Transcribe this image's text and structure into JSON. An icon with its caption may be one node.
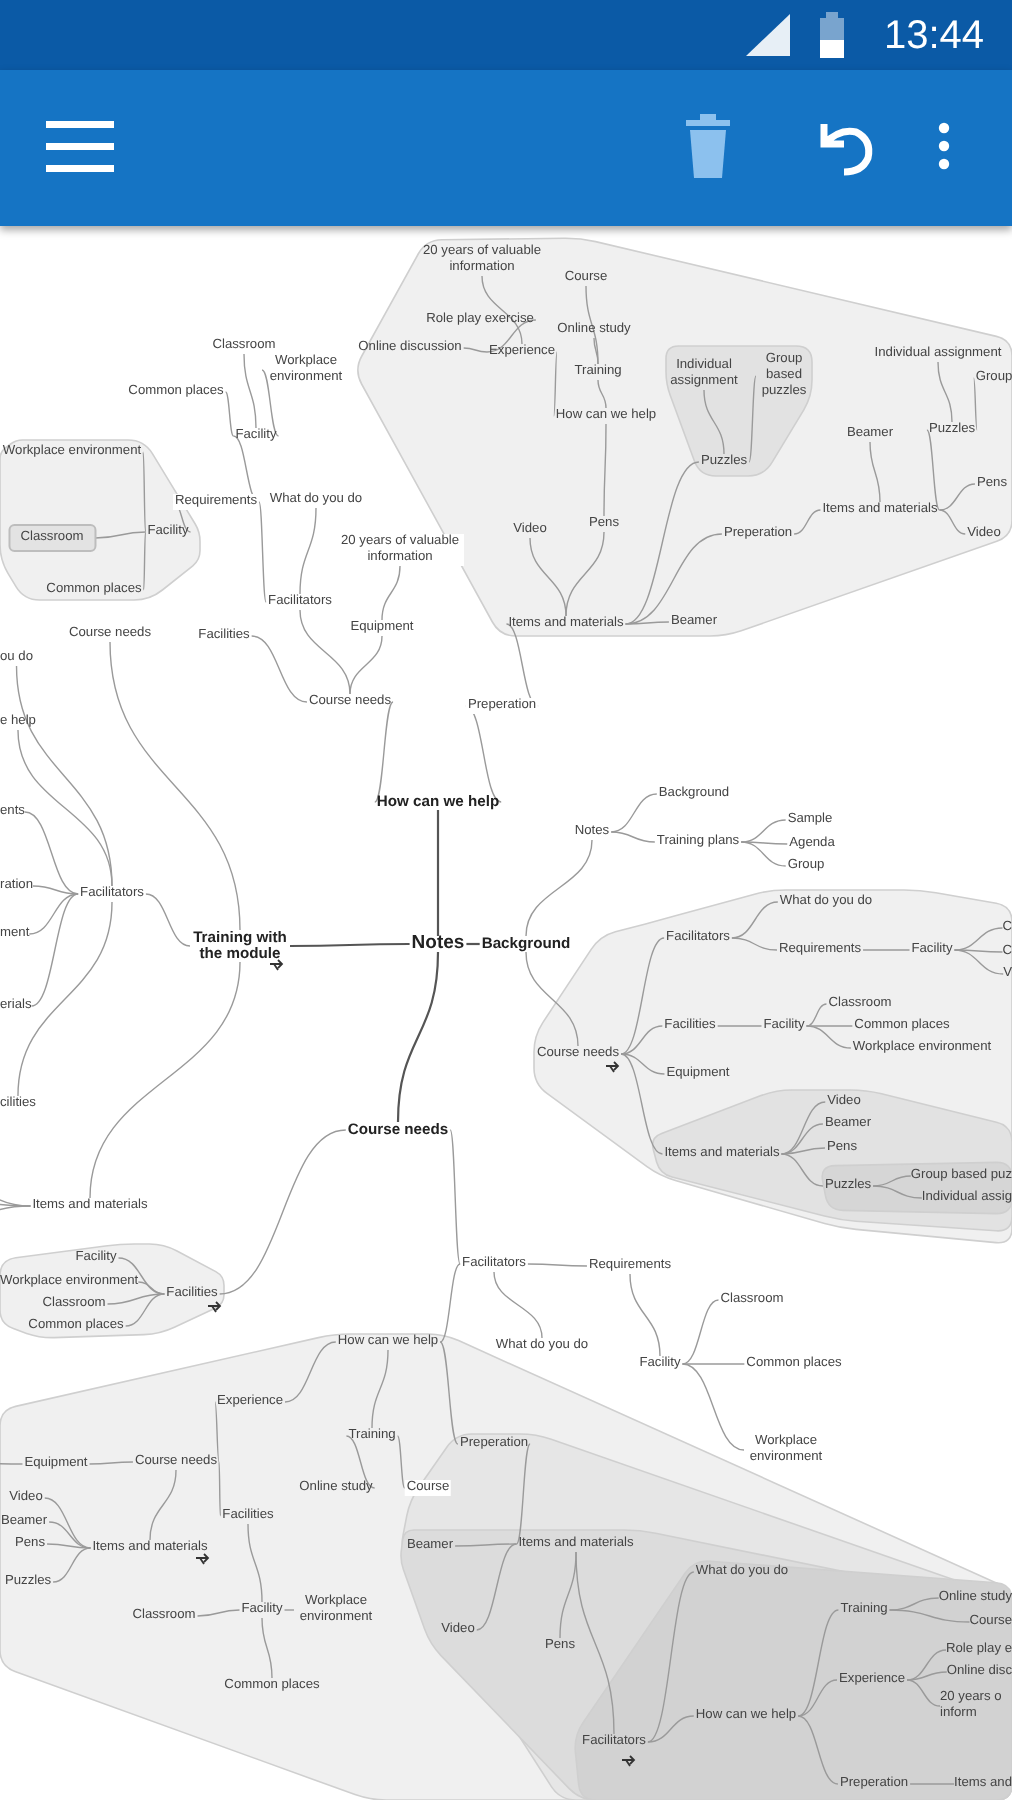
{
  "diagram": {
    "nodes": [
      {
        "text": [
          "Classroom"
        ]
      },
      {
        "text": [
          "Workplace environment"
        ]
      },
      {
        "text": [
          "Common places"
        ]
      },
      {
        "text": [
          "Facility"
        ]
      },
      {
        "text": [
          "Workplace environment"
        ]
      },
      {
        "text": [
          "Requirements"
        ]
      },
      {
        "text": [
          "What do you do"
        ]
      },
      {
        "text": [
          "Facility"
        ]
      },
      {
        "text": [
          "Classroom"
        ]
      },
      {
        "text": [
          "20 years of valuable information"
        ]
      },
      {
        "text": [
          "Common places"
        ]
      },
      {
        "text": [
          "Facilitators"
        ]
      },
      {
        "text": [
          "Equipment"
        ]
      },
      {
        "text": [
          "Course needs"
        ]
      },
      {
        "text": [
          "Facilities"
        ]
      },
      {
        "text": [
          "Course needs"
        ]
      },
      {
        "text": [
          "Preperation"
        ]
      },
      {
        "text": [
          "How can we help"
        ]
      },
      {
        "text": [
          "20 years of valuable information"
        ]
      },
      {
        "text": [
          "Course"
        ]
      },
      {
        "text": [
          "Role play exercise"
        ]
      },
      {
        "text": [
          "Online study"
        ]
      },
      {
        "text": [
          "Online discussion"
        ]
      },
      {
        "text": [
          "Experience"
        ]
      },
      {
        "text": [
          "Individual assignment"
        ]
      },
      {
        "text": [
          "Training"
        ]
      },
      {
        "text": [
          "Individual assignment"
        ]
      },
      {
        "text": [
          "Group based puzzles"
        ]
      },
      {
        "text": [
          "Group"
        ]
      },
      {
        "text": [
          "How can we help"
        ]
      },
      {
        "text": [
          "Beamer"
        ]
      },
      {
        "text": [
          "Puzzles"
        ]
      },
      {
        "text": [
          "Puzzles"
        ]
      },
      {
        "text": [
          "Pens"
        ]
      },
      {
        "text": [
          "Items and materials"
        ]
      },
      {
        "text": [
          "Pens"
        ]
      },
      {
        "text": [
          "Video"
        ]
      },
      {
        "text": [
          "Preperation"
        ]
      },
      {
        "text": [
          "Video"
        ]
      },
      {
        "text": [
          "Beamer"
        ]
      },
      {
        "text": [
          "Items and materials"
        ]
      },
      {
        "text": [
          "ou do"
        ]
      },
      {
        "text": [
          "e help"
        ]
      },
      {
        "text": [
          "ents"
        ]
      },
      {
        "text": [
          "ration"
        ]
      },
      {
        "text": [
          "Facilitators"
        ]
      },
      {
        "text": [
          "ment"
        ]
      },
      {
        "text": [
          "Training with the module"
        ]
      },
      {
        "text": [
          "Notes"
        ]
      },
      {
        "text": [
          "erials"
        ]
      },
      {
        "text": [
          "cilities"
        ]
      },
      {
        "text": [
          "Items and materials"
        ]
      },
      {
        "text": [
          "Course needs"
        ]
      },
      {
        "text": [
          "Notes"
        ]
      },
      {
        "text": [
          "Background"
        ]
      },
      {
        "text": [
          "Training plans"
        ]
      },
      {
        "text": [
          "Sample"
        ]
      },
      {
        "text": [
          "Agenda"
        ]
      },
      {
        "text": [
          "Group"
        ]
      },
      {
        "text": [
          "Background"
        ]
      },
      {
        "text": [
          "What do you do"
        ]
      },
      {
        "text": [
          "Facilitators"
        ]
      },
      {
        "text": [
          "Requirements"
        ]
      },
      {
        "text": [
          "Facility"
        ]
      },
      {
        "text": [
          "C"
        ]
      },
      {
        "text": [
          "C"
        ]
      },
      {
        "text": [
          "V"
        ]
      },
      {
        "text": [
          "Classroom"
        ]
      },
      {
        "text": [
          "Facilities"
        ]
      },
      {
        "text": [
          "Facility"
        ]
      },
      {
        "text": [
          "Common places"
        ]
      },
      {
        "text": [
          "Workplace environment"
        ]
      },
      {
        "text": [
          "Course needs"
        ]
      },
      {
        "text": [
          "Equipment"
        ]
      },
      {
        "text": [
          "Video"
        ]
      },
      {
        "text": [
          "Beamer"
        ]
      },
      {
        "text": [
          "Pens"
        ]
      },
      {
        "text": [
          "Items and materials"
        ]
      },
      {
        "text": [
          "Group based puz"
        ]
      },
      {
        "text": [
          "Puzzles"
        ]
      },
      {
        "text": [
          "Individual assig"
        ]
      },
      {
        "text": [
          "Facility"
        ]
      },
      {
        "text": [
          "Workplace environment"
        ]
      },
      {
        "text": [
          "Facilities"
        ]
      },
      {
        "text": [
          "Classroom"
        ]
      },
      {
        "text": [
          "Common places"
        ]
      },
      {
        "text": [
          "Facilitators"
        ]
      },
      {
        "text": [
          "Requirements"
        ]
      },
      {
        "text": [
          "Classroom"
        ]
      },
      {
        "text": [
          "How can we help"
        ]
      },
      {
        "text": [
          "What do you do"
        ]
      },
      {
        "text": [
          "Facility"
        ]
      },
      {
        "text": [
          "Common places"
        ]
      },
      {
        "text": [
          "Experience"
        ]
      },
      {
        "text": [
          "Training"
        ]
      },
      {
        "text": [
          "Preperation"
        ]
      },
      {
        "text": [
          "Workplace environment"
        ]
      },
      {
        "text": [
          "Equipment"
        ]
      },
      {
        "text": [
          "Course needs"
        ]
      },
      {
        "text": [
          "Online study"
        ]
      },
      {
        "text": [
          "Course"
        ]
      },
      {
        "text": [
          "Video"
        ]
      },
      {
        "text": [
          "Facilities"
        ]
      },
      {
        "text": [
          "Beamer"
        ]
      },
      {
        "text": [
          "Pens"
        ]
      },
      {
        "text": [
          "Items and materials"
        ]
      },
      {
        "text": [
          "Beamer"
        ]
      },
      {
        "text": [
          "Items and materials"
        ]
      },
      {
        "text": [
          "What do you do"
        ]
      },
      {
        "text": [
          "Puzzles"
        ]
      },
      {
        "text": [
          "Online study"
        ]
      },
      {
        "text": [
          "Training"
        ]
      },
      {
        "text": [
          "Facility"
        ]
      },
      {
        "text": [
          "Workplace environment"
        ]
      },
      {
        "text": [
          "Classroom"
        ]
      },
      {
        "text": [
          "Course"
        ]
      },
      {
        "text": [
          "Video"
        ]
      },
      {
        "text": [
          "Pens"
        ]
      },
      {
        "text": [
          "Role play e"
        ]
      },
      {
        "text": [
          "Online disc"
        ]
      },
      {
        "text": [
          "Experience"
        ]
      },
      {
        "text": [
          "Common places"
        ]
      },
      {
        "text": [
          "20 years o inform"
        ]
      },
      {
        "text": [
          "How can we help"
        ]
      },
      {
        "text": [
          "Facilitators"
        ]
      },
      {
        "text": [
          "Preperation"
        ]
      },
      {
        "text": [
          "Items and"
        ]
      }
    ],
    "edges": [
      {
        "from": 48,
        "to": 17,
        "arrow": "none"
      },
      {
        "from": 48,
        "to": 59,
        "arrow": "none"
      },
      {
        "from": 48,
        "to": 52,
        "arrow": "none"
      },
      {
        "from": 48,
        "to": 47,
        "arrow": "none"
      },
      {
        "from": 17,
        "to": 15,
        "arrow": "none"
      },
      {
        "from": 17,
        "to": 16,
        "arrow": "none"
      },
      {
        "from": 15,
        "to": 11,
        "arrow": "none"
      },
      {
        "from": 15,
        "to": 12,
        "arrow": "none"
      },
      {
        "from": 15,
        "to": 14,
        "arrow": "none"
      },
      {
        "from": 11,
        "to": 5,
        "arrow": "none"
      },
      {
        "from": 11,
        "to": 6,
        "arrow": "none"
      },
      {
        "from": 5,
        "to": 3,
        "arrow": "none"
      },
      {
        "from": 5,
        "to": 7,
        "arrow": "none"
      },
      {
        "from": 3,
        "to": 0,
        "arrow": "none"
      },
      {
        "from": 3,
        "to": 1,
        "arrow": "none"
      },
      {
        "from": 3,
        "to": 2,
        "arrow": "none"
      },
      {
        "from": 7,
        "to": 4,
        "arrow": "none"
      },
      {
        "from": 7,
        "to": 8,
        "arrow": "none"
      },
      {
        "from": 7,
        "to": 10,
        "arrow": "none"
      },
      {
        "from": 12,
        "to": 9,
        "arrow": "none"
      },
      {
        "from": 16,
        "to": 40,
        "arrow": "none"
      },
      {
        "from": 40,
        "to": 36,
        "arrow": "none"
      },
      {
        "from": 40,
        "to": 35,
        "arrow": "none"
      },
      {
        "from": 40,
        "to": 32,
        "arrow": "none"
      },
      {
        "from": 40,
        "to": 37,
        "arrow": "none"
      },
      {
        "from": 40,
        "to": 39,
        "arrow": "none"
      },
      {
        "from": 35,
        "to": 29,
        "arrow": "none"
      },
      {
        "from": 29,
        "to": 25,
        "arrow": "none"
      },
      {
        "from": 29,
        "to": 23,
        "arrow": "none"
      },
      {
        "from": 25,
        "to": 21,
        "arrow": "none"
      },
      {
        "from": 25,
        "to": 19,
        "arrow": "none"
      },
      {
        "from": 23,
        "to": 20,
        "arrow": "none"
      },
      {
        "from": 23,
        "to": 22,
        "arrow": "none"
      },
      {
        "from": 23,
        "to": 18,
        "arrow": "none"
      },
      {
        "from": 32,
        "to": 26,
        "arrow": "none"
      },
      {
        "from": 32,
        "to": 27,
        "arrow": "none"
      },
      {
        "from": 37,
        "to": 34,
        "arrow": "none"
      },
      {
        "from": 34,
        "to": 30,
        "arrow": "none"
      },
      {
        "from": 34,
        "to": 31,
        "arrow": "none"
      },
      {
        "from": 34,
        "to": 33,
        "arrow": "none"
      },
      {
        "from": 34,
        "to": 38,
        "arrow": "none"
      },
      {
        "from": 31,
        "to": 24,
        "arrow": "none"
      },
      {
        "from": 31,
        "to": 28,
        "arrow": "none"
      },
      {
        "from": 47,
        "to": 13,
        "arrow": "none"
      },
      {
        "from": 47,
        "to": 45,
        "arrow": "none"
      },
      {
        "from": 47,
        "to": 51,
        "arrow": "none"
      },
      {
        "from": 45,
        "to": 41,
        "arrow": "none"
      },
      {
        "from": 45,
        "to": 42,
        "arrow": "none"
      },
      {
        "from": 45,
        "to": 43,
        "arrow": "none"
      },
      {
        "from": 45,
        "to": 44,
        "arrow": "none"
      },
      {
        "from": 45,
        "to": 46,
        "arrow": "none"
      },
      {
        "from": 45,
        "to": 49,
        "arrow": "none"
      },
      {
        "from": 45,
        "to": 50,
        "arrow": "none"
      },
      {
        "from": 51,
        "to": null,
        "arrow": "none"
      },
      {
        "from": 51,
        "to": null,
        "arrow": "none"
      },
      {
        "from": 51,
        "to": null,
        "arrow": "none"
      },
      {
        "from": 59,
        "to": 53,
        "arrow": "none"
      },
      {
        "from": 59,
        "to": 72,
        "arrow": "none"
      },
      {
        "from": 53,
        "to": 54,
        "arrow": "none"
      },
      {
        "from": 53,
        "to": 55,
        "arrow": "none"
      },
      {
        "from": 55,
        "to": 56,
        "arrow": "none"
      },
      {
        "from": 55,
        "to": 57,
        "arrow": "none"
      },
      {
        "from": 55,
        "to": 58,
        "arrow": "none"
      },
      {
        "from": 72,
        "to": 61,
        "arrow": "none"
      },
      {
        "from": 72,
        "to": 68,
        "arrow": "none"
      },
      {
        "from": 72,
        "to": 73,
        "arrow": "none"
      },
      {
        "from": 72,
        "to": 77,
        "arrow": "none"
      },
      {
        "from": 61,
        "to": 60,
        "arrow": "none"
      },
      {
        "from": 61,
        "to": 62,
        "arrow": "none"
      },
      {
        "from": 62,
        "to": 63,
        "arrow": "none"
      },
      {
        "from": 63,
        "to": 64,
        "arrow": "none"
      },
      {
        "from": 63,
        "to": 65,
        "arrow": "none"
      },
      {
        "from": 63,
        "to": 66,
        "arrow": "none"
      },
      {
        "from": 68,
        "to": 69,
        "arrow": "none"
      },
      {
        "from": 69,
        "to": 67,
        "arrow": "none"
      },
      {
        "from": 69,
        "to": 70,
        "arrow": "none"
      },
      {
        "from": 69,
        "to": 71,
        "arrow": "none"
      },
      {
        "from": 77,
        "to": 74,
        "arrow": "none"
      },
      {
        "from": 77,
        "to": 75,
        "arrow": "none"
      },
      {
        "from": 77,
        "to": 76,
        "arrow": "none"
      },
      {
        "from": 77,
        "to": 79,
        "arrow": "none"
      },
      {
        "from": 79,
        "to": 78,
        "arrow": "none"
      },
      {
        "from": 79,
        "to": 80,
        "arrow": "none"
      },
      {
        "from": 52,
        "to": 83,
        "arrow": "none"
      },
      {
        "from": 52,
        "to": 86,
        "arrow": "none"
      },
      {
        "from": 83,
        "to": 81,
        "arrow": "none"
      },
      {
        "from": 83,
        "to": 82,
        "arrow": "none"
      },
      {
        "from": 83,
        "to": 84,
        "arrow": "none"
      },
      {
        "from": 83,
        "to": 85,
        "arrow": "none"
      },
      {
        "from": 86,
        "to": 87,
        "arrow": "none"
      },
      {
        "from": 86,
        "to": 90,
        "arrow": "none"
      },
      {
        "from": 86,
        "to": 89,
        "arrow": "none"
      },
      {
        "from": 87,
        "to": 91,
        "arrow": "none"
      },
      {
        "from": 91,
        "to": 88,
        "arrow": "none"
      },
      {
        "from": 91,
        "to": 92,
        "arrow": "none"
      },
      {
        "from": 91,
        "to": 96,
        "arrow": "none"
      },
      {
        "from": 89,
        "to": 93,
        "arrow": "none"
      },
      {
        "from": 89,
        "to": 94,
        "arrow": "none"
      },
      {
        "from": 89,
        "to": 95,
        "arrow": "none"
      },
      {
        "from": 93,
        "to": 98,
        "arrow": "none"
      },
      {
        "from": 98,
        "to": 97,
        "arrow": "none"
      },
      {
        "from": 98,
        "to": 107,
        "arrow": "none"
      },
      {
        "from": 98,
        "to": 102,
        "arrow": "none"
      },
      {
        "from": 97,
        "to": null,
        "arrow": "none"
      },
      {
        "from": 107,
        "to": 101,
        "arrow": "none"
      },
      {
        "from": 107,
        "to": 103,
        "arrow": "none"
      },
      {
        "from": 107,
        "to": 104,
        "arrow": "none"
      },
      {
        "from": 107,
        "to": 109,
        "arrow": "none"
      },
      {
        "from": 102,
        "to": 112,
        "arrow": "none"
      },
      {
        "from": 112,
        "to": 114,
        "arrow": "none"
      },
      {
        "from": 112,
        "to": 113,
        "arrow": "none"
      },
      {
        "from": 112,
        "to": 121,
        "arrow": "none"
      },
      {
        "from": 94,
        "to": 99,
        "arrow": "none"
      },
      {
        "from": 94,
        "to": 100,
        "arrow": "none"
      },
      {
        "from": 95,
        "to": 105,
        "arrow": "none"
      },
      {
        "from": 105,
        "to": 106,
        "arrow": "none"
      },
      {
        "from": 105,
        "to": 116,
        "arrow": "none"
      },
      {
        "from": 105,
        "to": 117,
        "arrow": "none"
      },
      {
        "from": 105,
        "to": 124,
        "arrow": "none"
      },
      {
        "from": 124,
        "to": 108,
        "arrow": "none"
      },
      {
        "from": 124,
        "to": 123,
        "arrow": "none"
      },
      {
        "from": 123,
        "to": 111,
        "arrow": "none"
      },
      {
        "from": 123,
        "to": 120,
        "arrow": "none"
      },
      {
        "from": 123,
        "to": 125,
        "arrow": "none"
      },
      {
        "from": 111,
        "to": 110,
        "arrow": "none"
      },
      {
        "from": 111,
        "to": 115,
        "arrow": "none"
      },
      {
        "from": 120,
        "to": 118,
        "arrow": "none"
      },
      {
        "from": 120,
        "to": 119,
        "arrow": "none"
      },
      {
        "from": 120,
        "to": 122,
        "arrow": "none"
      },
      {
        "from": 125,
        "to": 126,
        "arrow": "none"
      }
    ],
    "labels": [
      "13:44"
    ]
  }
}
